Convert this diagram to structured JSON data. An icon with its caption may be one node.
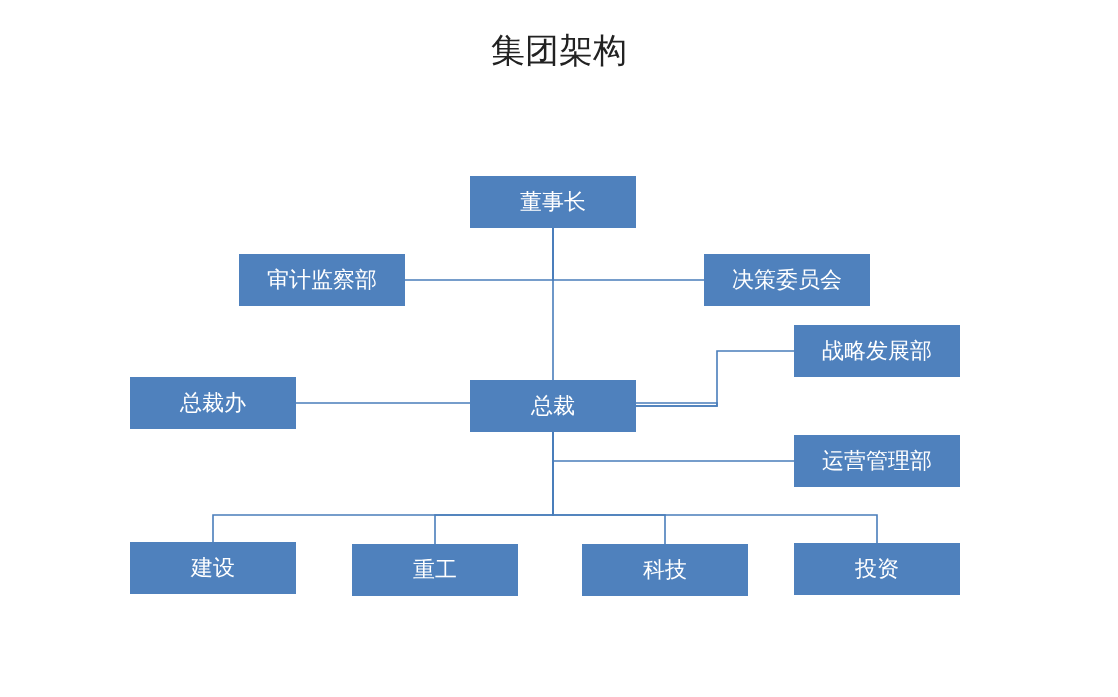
{
  "diagram": {
    "title": "集团架构",
    "nodes": [
      {
        "text": [
          "董事长"
        ]
      },
      {
        "text": [
          "审计监察部"
        ]
      },
      {
        "text": [
          "决策委员会"
        ]
      },
      {
        "text": [
          "总裁办"
        ]
      },
      {
        "text": [
          "总裁"
        ]
      },
      {
        "text": [
          "战略发展部"
        ]
      },
      {
        "text": [
          "运营管理部"
        ]
      },
      {
        "text": [
          "建设"
        ]
      },
      {
        "text": [
          "重工"
        ]
      },
      {
        "text": [
          "科技"
        ]
      },
      {
        "text": [
          "投资"
        ]
      }
    ],
    "edges": [
      {
        "from": 0,
        "to": 1,
        "arrow": "none"
      },
      {
        "from": 0,
        "to": 2,
        "arrow": "none"
      },
      {
        "from": 0,
        "to": 4,
        "arrow": "none"
      },
      {
        "from": 4,
        "to": 3,
        "arrow": "none"
      },
      {
        "from": 4,
        "to": 5,
        "arrow": "none"
      },
      {
        "from": 4,
        "to": 6,
        "arrow": "none"
      },
      {
        "from": 4,
        "to": 7,
        "arrow": "none"
      },
      {
        "from": 4,
        "to": 8,
        "arrow": "none"
      },
      {
        "from": 4,
        "to": 9,
        "arrow": "none"
      },
      {
        "from": 4,
        "to": 10,
        "arrow": "none"
      }
    ]
  }
}
